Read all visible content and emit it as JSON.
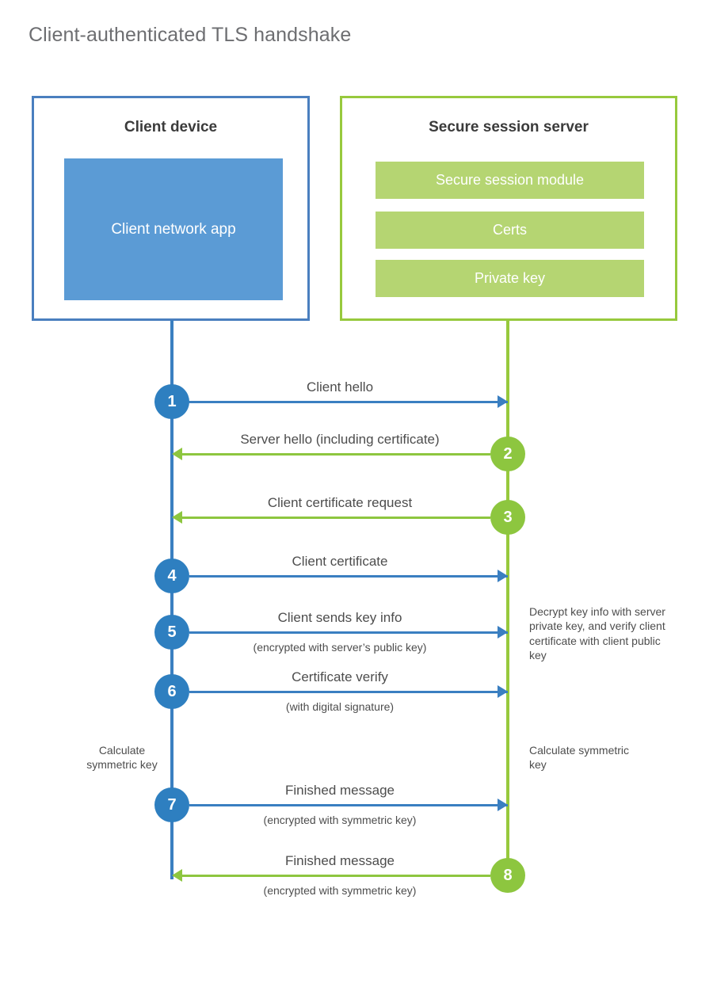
{
  "title": "Client-authenticated TLS handshake",
  "actors": {
    "client": {
      "title": "Client device",
      "app_label": "Client network app",
      "border_color": "#4a7fbf",
      "fill_color": "#5b9bd5"
    },
    "server": {
      "title": "Secure session server",
      "border_color": "#97c93d",
      "bar_color": "#b5d572",
      "components": [
        "Secure session module",
        "Certs",
        "Private key"
      ]
    }
  },
  "colors": {
    "blue": "#3a7fc1",
    "blue_circle": "#2e7fc0",
    "green": "#8dc63f",
    "green_light": "#b5d572",
    "title_gray": "#6d6e71",
    "text_gray": "#4d4d4d"
  },
  "steps": [
    {
      "number": "1",
      "label": "Client hello",
      "sub": "",
      "direction": "client-to-server",
      "color": "blue"
    },
    {
      "number": "2",
      "label": "Server hello (including certificate)",
      "sub": "",
      "direction": "server-to-client",
      "color": "green"
    },
    {
      "number": "3",
      "label": "Client certificate request",
      "sub": "",
      "direction": "server-to-client",
      "color": "green"
    },
    {
      "number": "4",
      "label": "Client certificate",
      "sub": "",
      "direction": "client-to-server",
      "color": "blue"
    },
    {
      "number": "5",
      "label": "Client sends key info",
      "sub": "(encrypted with server’s public key)",
      "direction": "client-to-server",
      "color": "blue"
    },
    {
      "number": "6",
      "label": "Certificate verify",
      "sub": "(with digital signature)",
      "direction": "client-to-server",
      "color": "blue"
    },
    {
      "number": "7",
      "label": "Finished message",
      "sub": "(encrypted with symmetric key)",
      "direction": "client-to-server",
      "color": "blue"
    },
    {
      "number": "8",
      "label": "Finished message",
      "sub": "(encrypted with symmetric key)",
      "direction": "server-to-client",
      "color": "green"
    }
  ],
  "annotations": {
    "server_decrypt": "Decrypt key info with server private key, and verify client certificate with client public key",
    "client_symmetric_key": "Calculate symmetric key",
    "server_symmetric_key": "Calculate symmetric key"
  }
}
